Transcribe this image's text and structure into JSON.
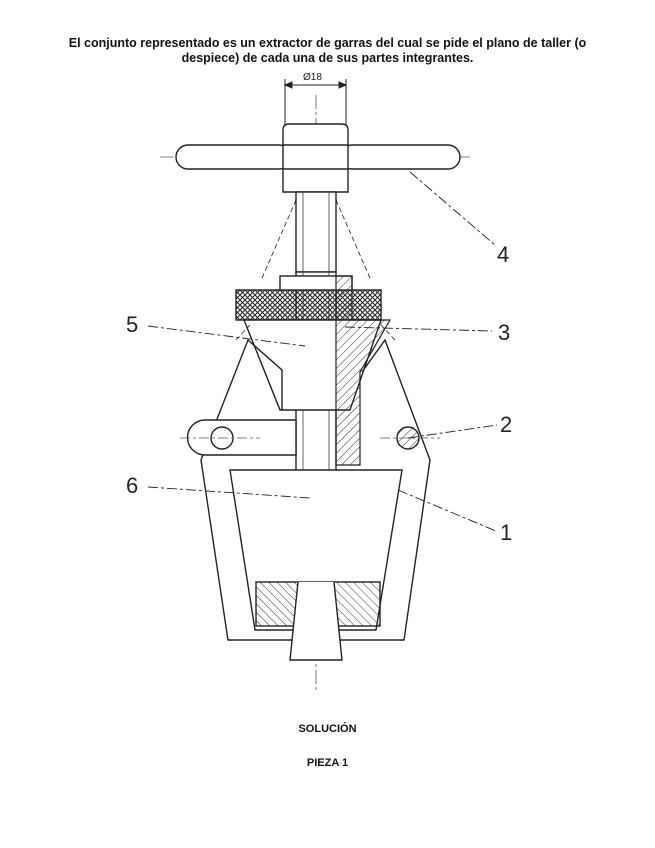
{
  "header": {
    "title": "El conjunto representado es un extractor de garras del cual se pide el plano de taller (o despiece) de cada una de sus partes integrantes."
  },
  "drawing": {
    "dimension_label": "Ø18",
    "callouts": [
      {
        "id": "4",
        "label": "4"
      },
      {
        "id": "3",
        "label": "3"
      },
      {
        "id": "2",
        "label": "2"
      },
      {
        "id": "1",
        "label": "1"
      },
      {
        "id": "5",
        "label": "5"
      },
      {
        "id": "6",
        "label": "6"
      }
    ]
  },
  "footer": {
    "solution_label": "SOLUCIÓN",
    "piece_label": "PIEZA 1"
  }
}
